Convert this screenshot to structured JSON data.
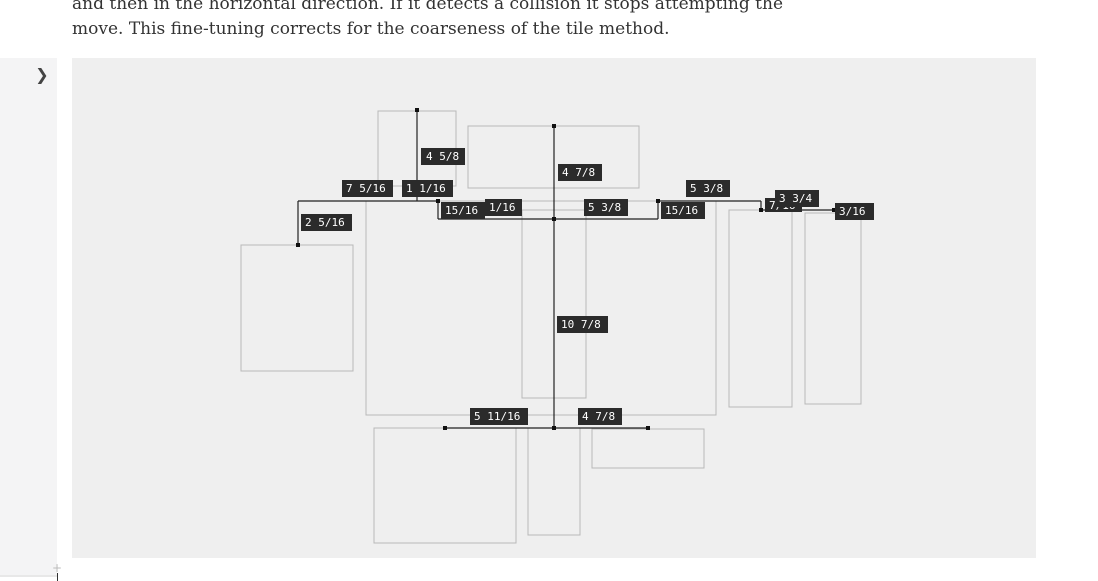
{
  "paragraph": {
    "line1": "and then in the horizontal direction. If it detects a collision it stops attempting the",
    "line2": "move. This fine-tuning corrects for the coarseness of the tile method."
  },
  "gutter": {
    "toggle_icon": "chevron-right-icon"
  },
  "diagram": {
    "labels": [
      "4 5/8",
      "7 5/16",
      "1 1/16",
      "2 5/16",
      "15/16",
      "1/16",
      "4 7/8",
      "5 3/8",
      "5 3/8",
      "15/16",
      "7/16",
      "3 3/4",
      "3/16",
      "10 7/8",
      "5 11/16",
      "4 7/8"
    ]
  }
}
